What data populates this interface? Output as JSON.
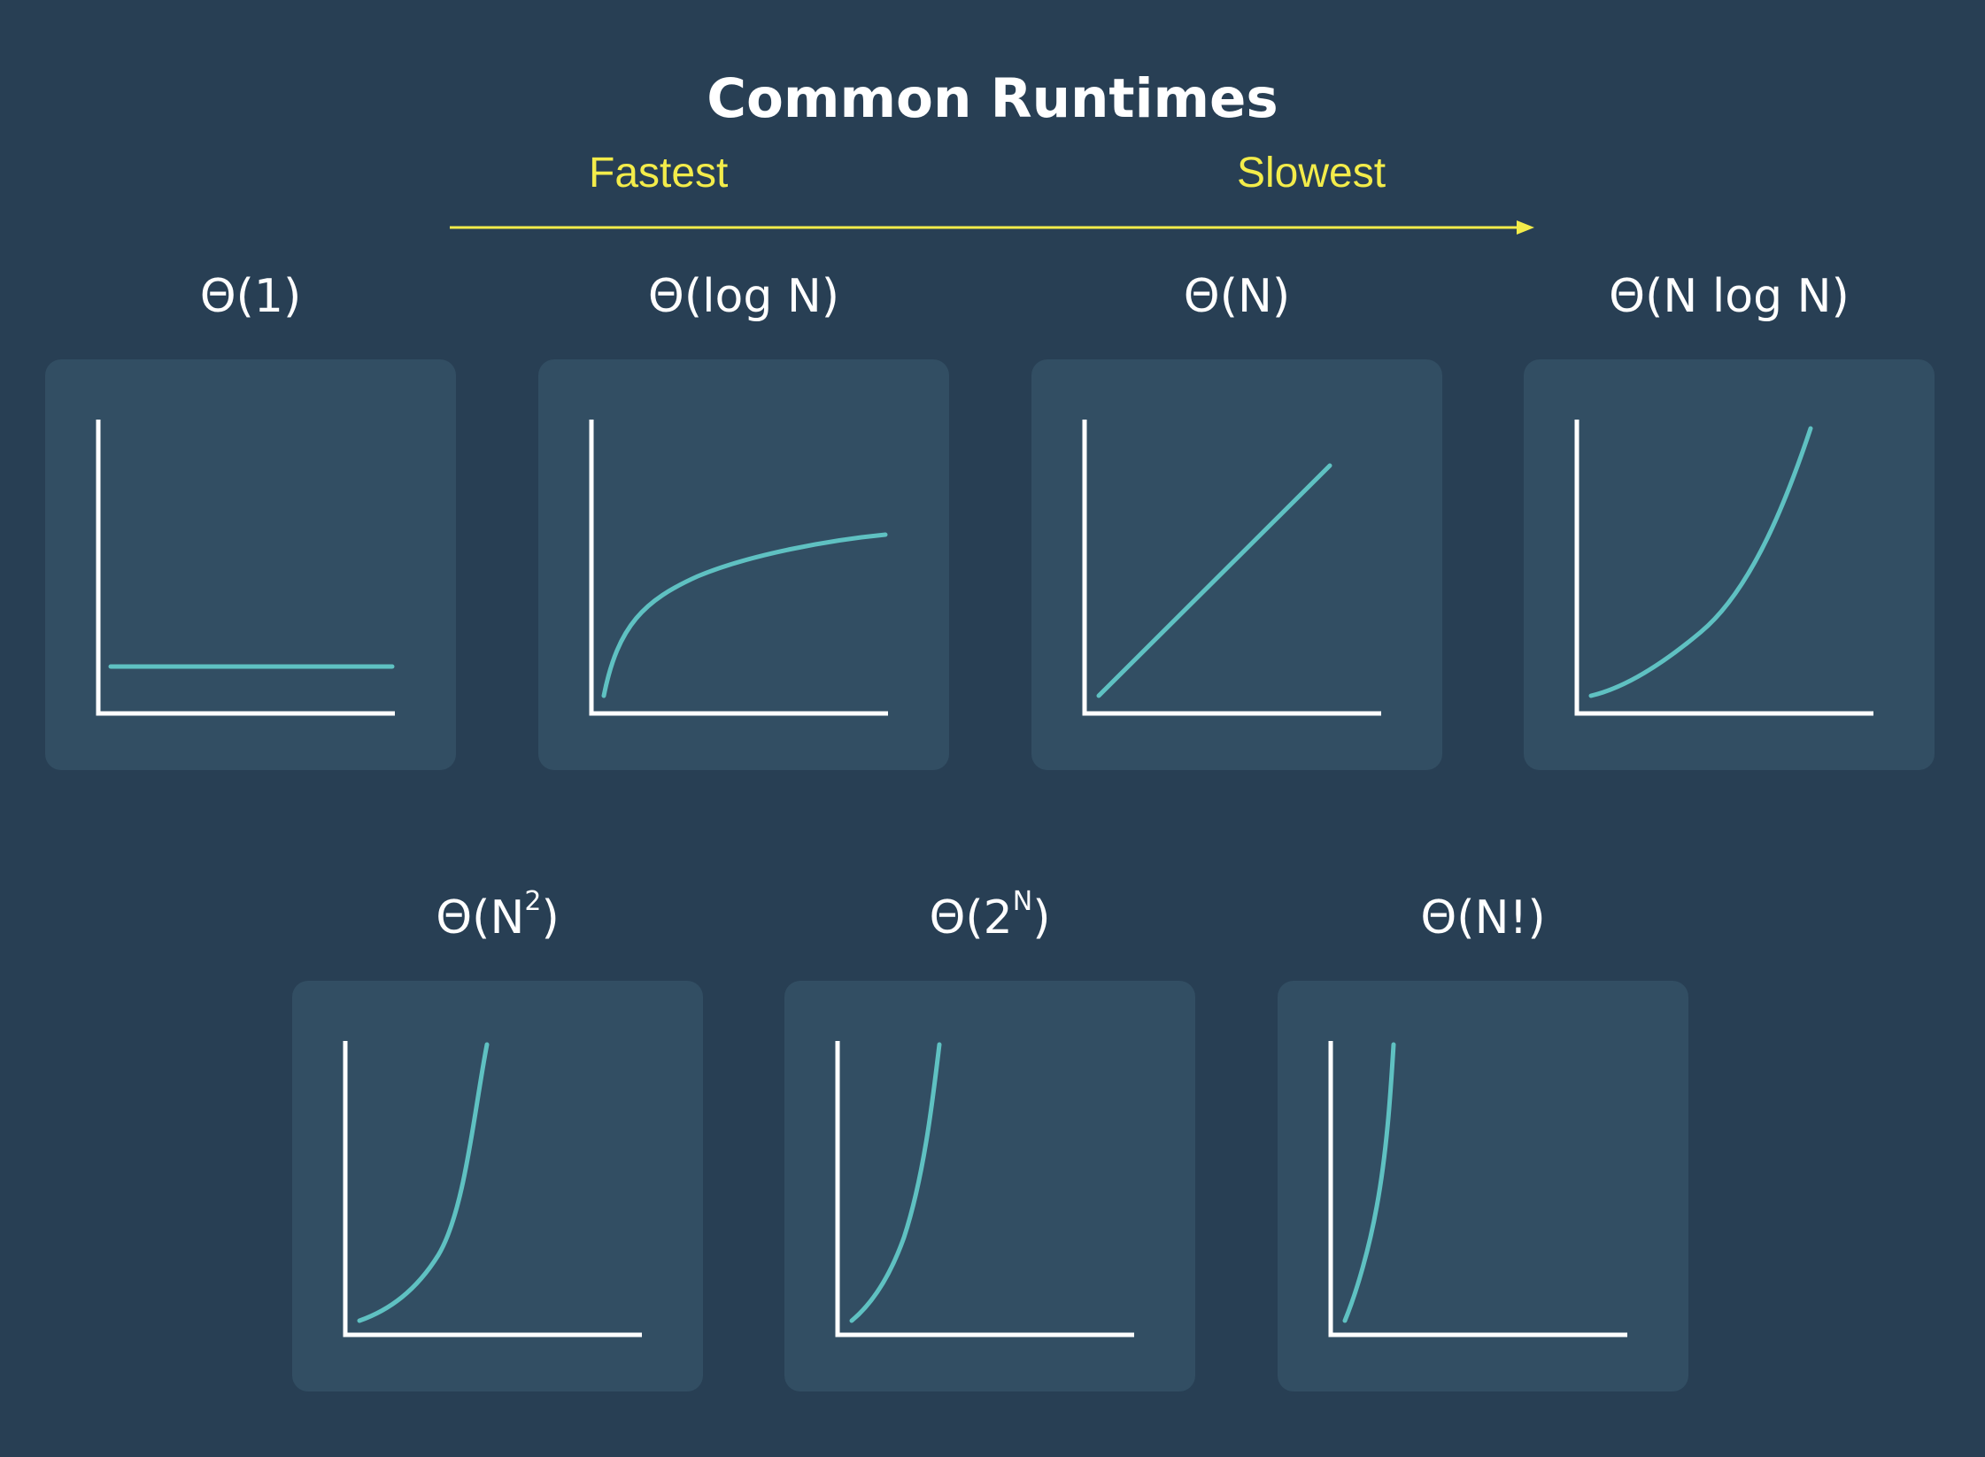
{
  "title": "Common Runtimes",
  "scale": {
    "fastest_label": "Fastest",
    "slowest_label": "Slowest",
    "direction": "left-to-right"
  },
  "colors": {
    "background": "#283f54",
    "card": "#324e63",
    "axis": "#ffffff",
    "curve": "#5fc1c2",
    "accent": "#f3ec4a",
    "text": "#ffffff"
  },
  "cards": [
    {
      "key": "constant",
      "title_main": "Θ(1)",
      "title_sup": "",
      "title_end": "",
      "curve": "constant"
    },
    {
      "key": "logarithmic",
      "title_main": "Θ(log N)",
      "title_sup": "",
      "title_end": "",
      "curve": "logarithmic"
    },
    {
      "key": "linear",
      "title_main": "Θ(N)",
      "title_sup": "",
      "title_end": "",
      "curve": "linear"
    },
    {
      "key": "linearithmic",
      "title_main": "Θ(N log N)",
      "title_sup": "",
      "title_end": "",
      "curve": "linearithmic"
    },
    {
      "key": "quadratic",
      "title_main": "Θ(N",
      "title_sup": "2",
      "title_end": ")",
      "curve": "quadratic"
    },
    {
      "key": "exponential",
      "title_main": "Θ(2",
      "title_sup": "N",
      "title_end": ")",
      "curve": "exponential"
    },
    {
      "key": "factorial",
      "title_main": "Θ(N!)",
      "title_sup": "",
      "title_end": "",
      "curve": "factorial"
    }
  ]
}
